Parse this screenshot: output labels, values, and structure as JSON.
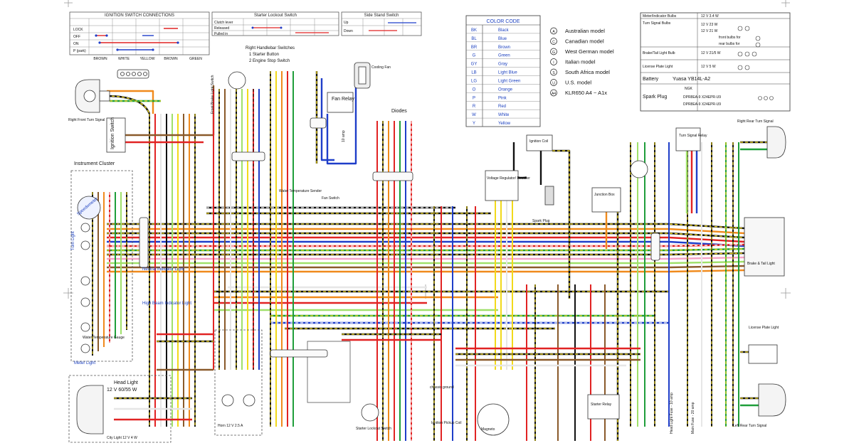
{
  "switch_tables": [
    {
      "title": "IGNITION SWITCH CONNECTIONS",
      "rows": [
        "LOCK",
        "OFF",
        "ON",
        "P (park)"
      ]
    },
    {
      "title": "Starter Lockout Switch",
      "rows": [
        "Clutch lever",
        "Released",
        "Pulled in"
      ]
    },
    {
      "title": "Side Stand Switch",
      "rows": [
        "Up",
        "Down"
      ]
    }
  ],
  "ignition_cols": [
    "BROWN",
    "WHITE",
    "YELLOW",
    "BROWN",
    "GREEN"
  ],
  "handlebar_switches": {
    "title": "Right Handlebar Switches",
    "items": [
      "1 Starter Button",
      "2 Engine Stop Switch"
    ]
  },
  "color_code": {
    "title": "COLOR CODE",
    "entries": [
      {
        "abbr": "BK",
        "name": "Black",
        "hex": "#111111"
      },
      {
        "abbr": "BL",
        "name": "Blue",
        "hex": "#1f3ec9"
      },
      {
        "abbr": "BR",
        "name": "Brown",
        "hex": "#8a5a2b"
      },
      {
        "abbr": "G",
        "name": "Green",
        "hex": "#1f9e3a"
      },
      {
        "abbr": "GY",
        "name": "Gray",
        "hex": "#8e8e8e"
      },
      {
        "abbr": "LB",
        "name": "Light Blue",
        "hex": "#5fb6ec"
      },
      {
        "abbr": "LG",
        "name": "Light Green",
        "hex": "#9fe06a"
      },
      {
        "abbr": "O",
        "name": "Orange",
        "hex": "#f08a1c"
      },
      {
        "abbr": "P",
        "name": "Pink",
        "hex": "#f4a3c5"
      },
      {
        "abbr": "R",
        "name": "Red",
        "hex": "#e12323"
      },
      {
        "abbr": "W",
        "name": "White",
        "hex": "#ffffff"
      },
      {
        "abbr": "Y",
        "name": "Yellow",
        "hex": "#f2d91a"
      }
    ]
  },
  "models": [
    {
      "mark": "A",
      "name": "Australian model"
    },
    {
      "mark": "C",
      "name": "Canadian model"
    },
    {
      "mark": "G",
      "name": "West German model"
    },
    {
      "mark": "I",
      "name": "Italian model"
    },
    {
      "mark": "S",
      "name": "South Africa model"
    },
    {
      "mark": "U",
      "name": "U.S. model"
    },
    {
      "mark": "A4",
      "name": "KLR650 A4 ~ A1x"
    }
  ],
  "spec_panel": {
    "bulbs_title": "Meter/Indicator Bulbs",
    "bulbs_value": "12 V  3.4 W",
    "turn_title": "Turn Signal Bulbs",
    "turn_values": [
      "12 V 23 W",
      "12 V 21 W",
      "front bulbs for",
      "rear bulbs for"
    ],
    "brake_title": "Brake/Tail Light Bulb",
    "brake_value": "12 V 21/5 W",
    "license_title": "License Plate Light",
    "license_value": "12 V 5 W",
    "battery_label": "Battery",
    "battery_value": "Yuasa YB14L-A2",
    "plug_label": "Spark Plug",
    "plug_header": "NGK",
    "plug_rows": [
      "DPR8EA-9   X24EPR-U9",
      "DPR8EA-9   X24EPR-U9"
    ]
  },
  "labels": {
    "right_front_turn": "Right Front Turn Signal",
    "ignition_switch": "Ignition Switch",
    "instrument_cluster": "Instrument Cluster",
    "speedometer": "Speedometer",
    "turn_light": "Turn Light",
    "neutral_light": "Neutral Indicator Light",
    "high_beam_light": "High Beam Indicator Light",
    "water_temp": "Water Temperature Gauge",
    "meter_light": "Meter Light",
    "head_light_title": "Head Light",
    "head_light_spec": "12 V  60/55 W",
    "city_light": "City Light  12 V  4 W",
    "front_brake_switch": "Front Brake Light Switch",
    "fan_relay": "Fan Relay",
    "cooling_fan": "Cooling Fan",
    "diodes": "Diodes",
    "fan_switch": "Fan Switch",
    "water_temp_sender": "Water Temperature Sender",
    "ignition_coil": "Ignition Coil",
    "voltage_regulator": "Voltage Regulator/ Rectifier",
    "spark_plug": "Spark Plug",
    "junction_box": "Junction Box",
    "turn_relay": "Turn Signal Relay",
    "right_rear_turn": "Right Rear Turn Signal",
    "brake_tail": "Brake & Tail Light",
    "license_plate": "License Plate Light",
    "left_rear_turn": "Left Rear Turn Signal",
    "head_fuse": "Head Light Fuse - 10 amp",
    "main_fuse": "Main Fuse - 20 amp",
    "starter_relay": "Starter Relay",
    "magneto": "Magneto",
    "pickup_coil": "Ignition Pickup Coil",
    "chassis_ground": "chassis ground",
    "starter_lockout": "Starter Lockout Switch",
    "horn": "Horn  12 V  2.5 A",
    "alt_switch": "10 amp"
  }
}
